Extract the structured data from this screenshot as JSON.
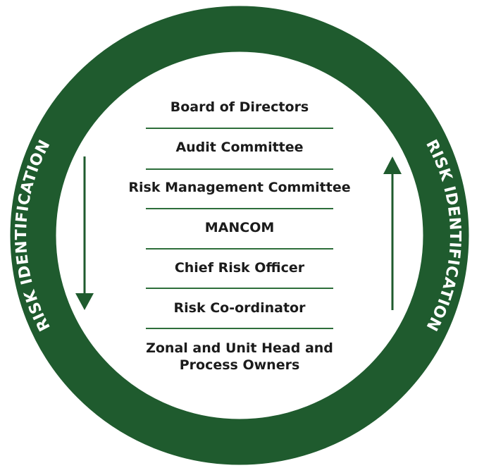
{
  "ring": {
    "label_left": "RISK IDENTIFICATION",
    "label_right": "RISK IDENTIFICATION",
    "color": "#1f5b2e"
  },
  "levels": [
    {
      "label": "Board of Directors"
    },
    {
      "label": "Audit Committee"
    },
    {
      "label": "Risk Management Committee"
    },
    {
      "label": "MANCOM"
    },
    {
      "label": "Chief Risk Officer"
    },
    {
      "label": "Risk Co-ordinator"
    },
    {
      "label": "Zonal and Unit Head and Process Owners"
    }
  ],
  "arrows": {
    "left": "down-arrow-icon",
    "right": "up-arrow-icon",
    "color": "#1f5b2e"
  }
}
